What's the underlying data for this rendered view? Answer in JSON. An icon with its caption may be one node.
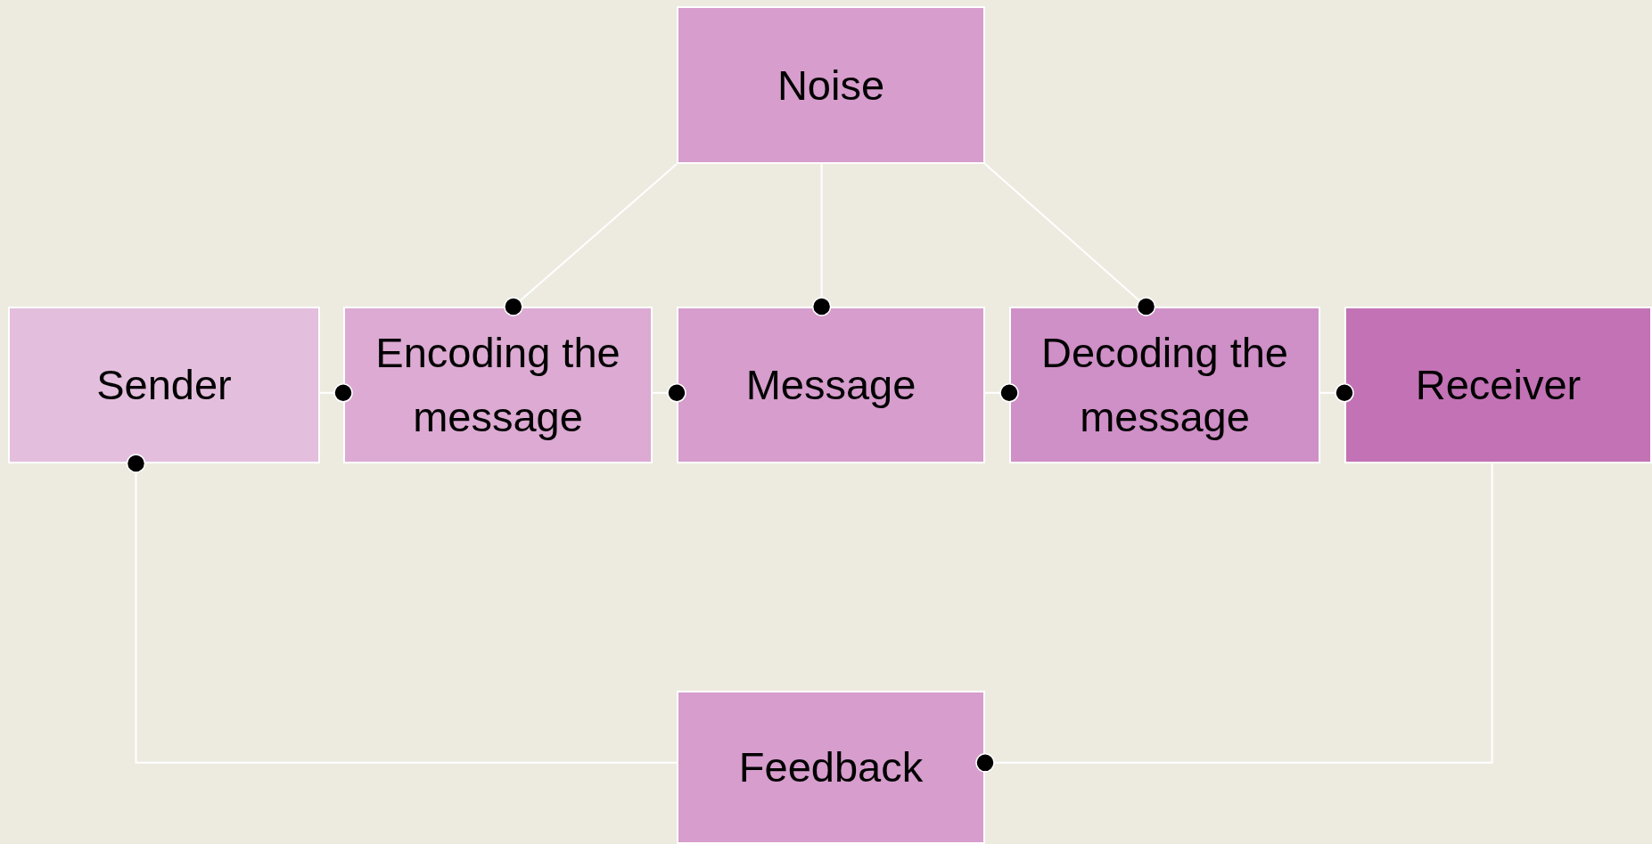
{
  "diagram": {
    "nodes": [
      {
        "text": [
          "Noise"
        ]
      },
      {
        "text": [
          "Sender"
        ]
      },
      {
        "text": [
          "Encoding the message"
        ]
      },
      {
        "text": [
          "Message"
        ]
      },
      {
        "text": [
          "Decoding the message"
        ]
      },
      {
        "text": [
          "Receiver"
        ]
      },
      {
        "text": [
          "Feedback"
        ]
      }
    ],
    "edges": [
      {
        "from": 0,
        "to": 2,
        "arrow": "other"
      },
      {
        "from": 0,
        "to": 3,
        "arrow": "other"
      },
      {
        "from": 0,
        "to": 4,
        "arrow": "other"
      },
      {
        "from": 1,
        "to": 2,
        "arrow": "other"
      },
      {
        "from": 2,
        "to": 3,
        "arrow": "other"
      },
      {
        "from": 3,
        "to": 4,
        "arrow": "other"
      },
      {
        "from": 4,
        "to": 5,
        "arrow": "other"
      },
      {
        "from": 5,
        "to": 6,
        "arrow": "other"
      },
      {
        "from": 6,
        "to": 1,
        "arrow": "other"
      }
    ]
  }
}
